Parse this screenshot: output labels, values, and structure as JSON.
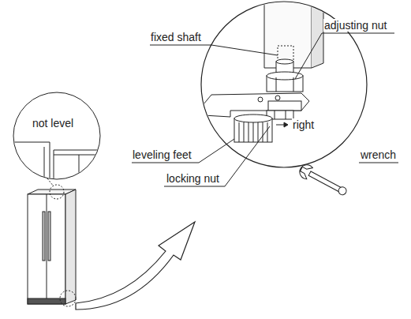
{
  "diagram": {
    "labels": [
      "not level",
      "fixed shaft",
      "adjusting nut",
      "right",
      "leveling feet",
      "locking nut",
      "wrench"
    ]
  }
}
